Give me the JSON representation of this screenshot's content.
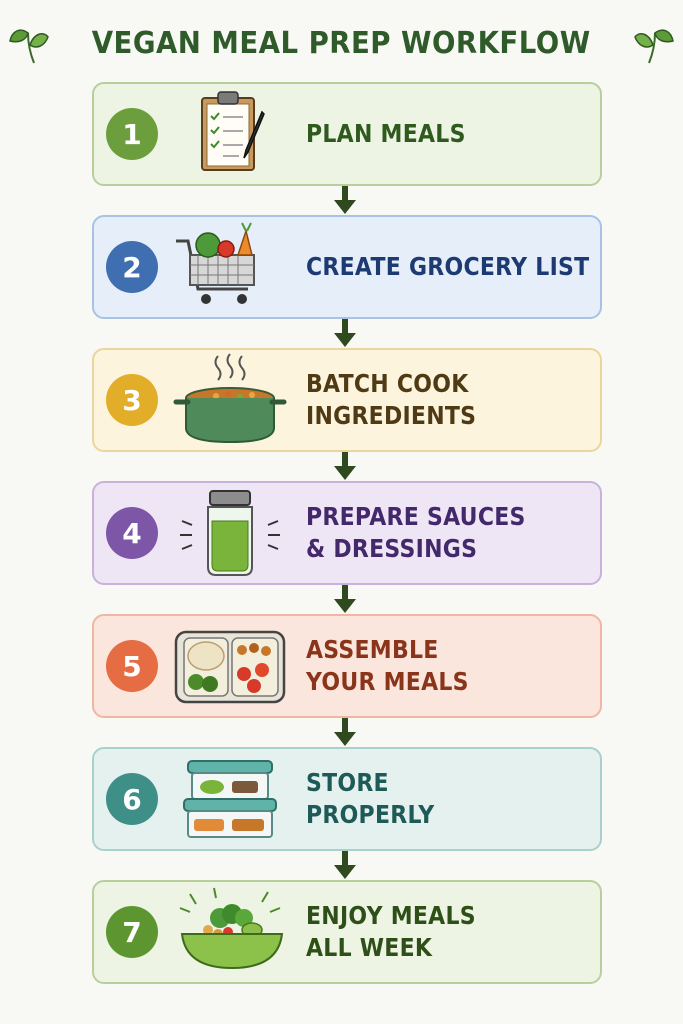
{
  "title": "VEGAN MEAL PREP WORKFLOW",
  "steps": [
    {
      "number": "1",
      "lines": [
        "PLAN MEALS"
      ],
      "icon": "clipboard-checklist-icon",
      "colors": {
        "bg": "#edf4e4",
        "border": "#b8cf9c",
        "badge": "#6c9e3e",
        "text": "#2f5a1e"
      }
    },
    {
      "number": "2",
      "lines": [
        "CREATE GROCERY LIST"
      ],
      "icon": "grocery-cart-icon",
      "colors": {
        "bg": "#e6eff9",
        "border": "#a7c3e4",
        "badge": "#3f6fb0",
        "text": "#1d3a73"
      }
    },
    {
      "number": "3",
      "lines": [
        "BATCH COOK",
        "INGREDIENTS"
      ],
      "icon": "cooking-pot-icon",
      "colors": {
        "bg": "#fcf4dd",
        "border": "#ecd59a",
        "badge": "#e2ae2a",
        "text": "#4f3a14"
      }
    },
    {
      "number": "4",
      "lines": [
        "PREPARE SAUCES",
        "& DRESSINGS"
      ],
      "icon": "sauce-jar-icon",
      "colors": {
        "bg": "#efe6f5",
        "border": "#c8b1dc",
        "badge": "#7e56a8",
        "text": "#43286c"
      }
    },
    {
      "number": "5",
      "lines": [
        "ASSEMBLE",
        "YOUR MEALS"
      ],
      "icon": "meal-container-icon",
      "colors": {
        "bg": "#fbe6de",
        "border": "#efb7a2",
        "badge": "#e56c43",
        "text": "#8a3519"
      }
    },
    {
      "number": "6",
      "lines": [
        "STORE",
        "PROPERLY"
      ],
      "icon": "storage-containers-icon",
      "colors": {
        "bg": "#e4f1ef",
        "border": "#a9d1cc",
        "badge": "#3f8f89",
        "text": "#1d5a58"
      }
    },
    {
      "number": "7",
      "lines": [
        "ENJOY MEALS",
        "ALL WEEK"
      ],
      "icon": "salad-bowl-icon",
      "colors": {
        "bg": "#edf4e4",
        "border": "#b8cf9c",
        "badge": "#5d9630",
        "text": "#2f4f18"
      }
    }
  ],
  "arrow_color": "#2f4a1f",
  "title_color": "#2f5a2a",
  "header_icons": [
    "leaf-sprig-icon",
    "leaf-sprig-icon"
  ]
}
